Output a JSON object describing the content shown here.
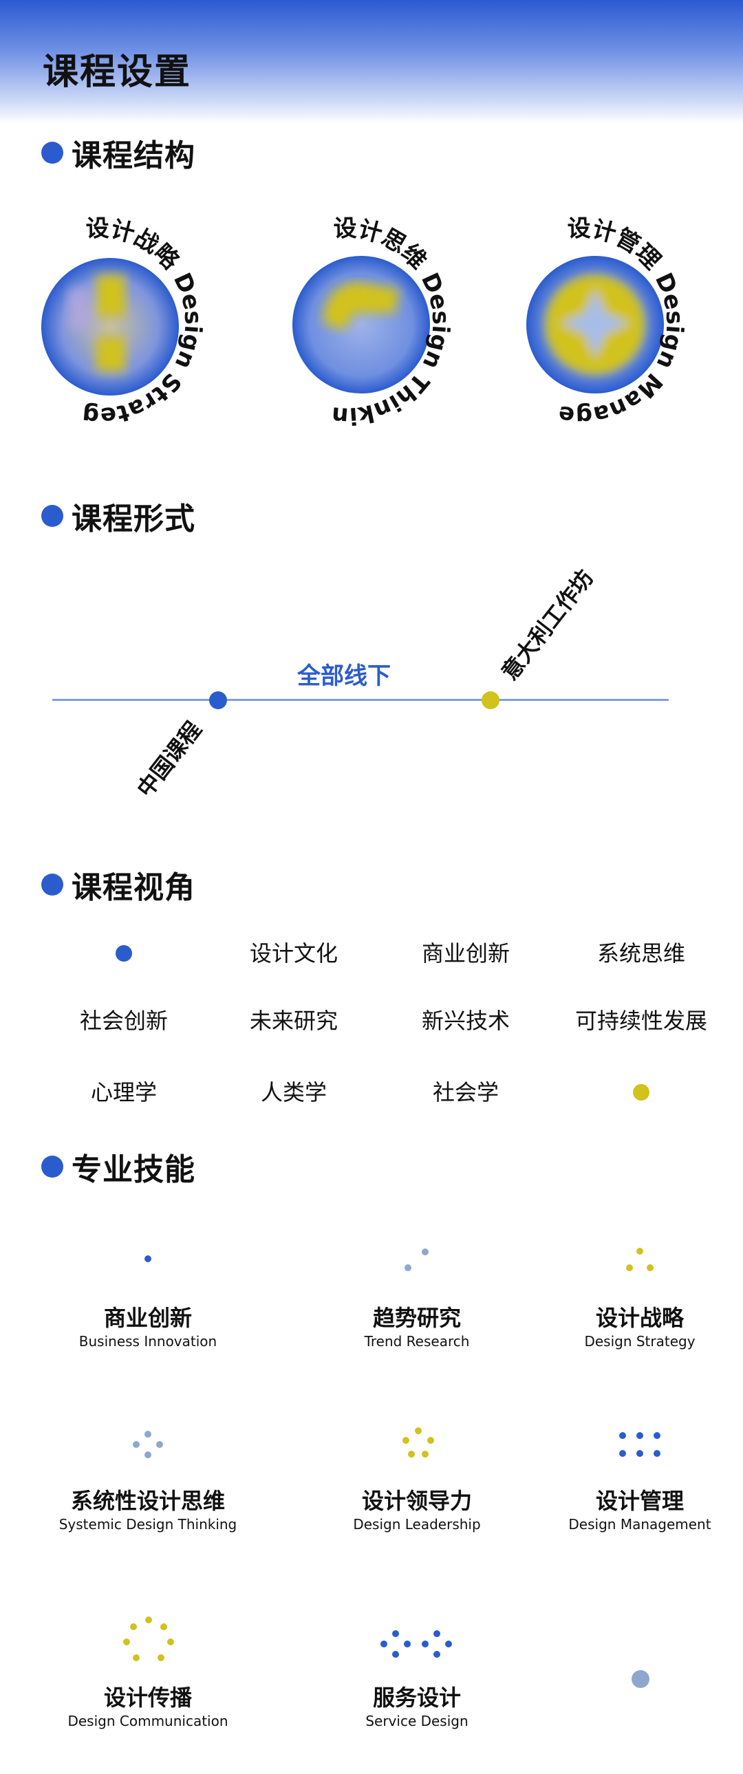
{
  "page": {
    "title": "课程设置"
  },
  "sections": {
    "structure": "课程结构",
    "format": "课程形式",
    "perspective": "课程视角",
    "skills": "专业技能"
  },
  "structure_items": [
    {
      "zh": "设计战略",
      "en": "Design Strategy"
    },
    {
      "zh": "设计思维",
      "en": "Design Thinking"
    },
    {
      "zh": "设计管理",
      "en": "Design Management"
    }
  ],
  "format": {
    "center": "全部线下",
    "left": "中国课程",
    "right": "意大利工作坊"
  },
  "perspectives": {
    "row1": [
      "设计文化",
      "商业创新",
      "系统思维"
    ],
    "row2": [
      "社会创新",
      "未来研究",
      "新兴技术",
      "可持续性发展"
    ],
    "row3": [
      "心理学",
      "人类学",
      "社会学"
    ]
  },
  "skills": [
    {
      "zh": "商业创新",
      "en": "Business Innovation"
    },
    {
      "zh": "趋势研究",
      "en": "Trend Research"
    },
    {
      "zh": "设计战略",
      "en": "Design Strategy"
    },
    {
      "zh": "系统性设计思维",
      "en": "Systemic Design Thinking"
    },
    {
      "zh": "设计领导力",
      "en": "Design Leadership"
    },
    {
      "zh": "设计管理",
      "en": "Design Management"
    },
    {
      "zh": "设计传播",
      "en": "Design Communication"
    },
    {
      "zh": "服务设计",
      "en": "Service Design"
    }
  ],
  "colors": {
    "blue": "#2b5cce",
    "yellow": "#d1c21c",
    "grayblue": "#8fa7cf",
    "line": "#7ea0da"
  }
}
